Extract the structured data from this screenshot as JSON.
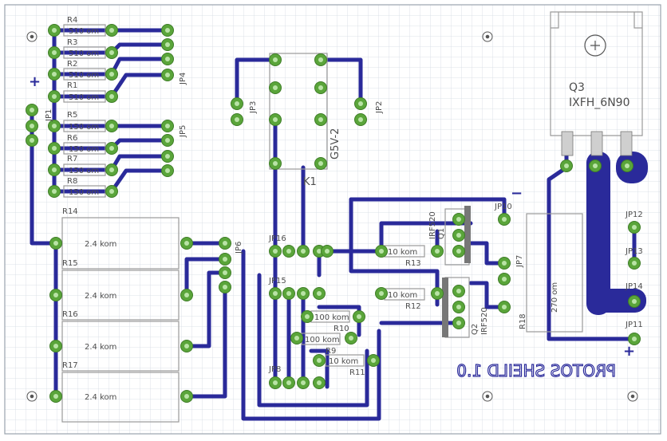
{
  "board": {
    "title": "PROTOS SHEILD 1.0",
    "colors": {
      "background": "#ffffff",
      "grid": "#c8d0dc",
      "border": "#9aa3ad",
      "trace": "#2a2a9a",
      "pad": "#5aa53a",
      "pad_hole": "#a8d890",
      "silk": "#9a9a9a",
      "label": "#4d4d4d"
    }
  },
  "resistors_510": {
    "names": [
      "R4",
      "R3",
      "R2",
      "R1"
    ],
    "value": "510 om"
  },
  "resistors_150": {
    "names": [
      "R5",
      "R6",
      "R7",
      "R8"
    ],
    "value": "150 om"
  },
  "power_resistors": {
    "names": [
      "R14",
      "R15",
      "R16",
      "R17"
    ],
    "value": "2.4 kom"
  },
  "connectors": {
    "jp1": "JP1",
    "jp2": "JP2",
    "jp3": "JP3",
    "jp4": "JP4",
    "jp5": "JP5",
    "jp6": "JP6",
    "jp8": "JP8",
    "jp10": "JP10",
    "jp11": "JP11",
    "jp12": "JP12",
    "jp13": "JP13",
    "jp14": "JP14",
    "jp15": "JP15",
    "jp16": "JP16",
    "jp7": "JP7"
  },
  "relay": {
    "name": "K1",
    "part": "G5V-2"
  },
  "mosfets": {
    "q1": "Q1",
    "q1_part": "IRF520",
    "q2": "Q2",
    "q2_part": "IRF520"
  },
  "gate_resistors": {
    "r13": "R13",
    "r12": "R12",
    "value": "10 kom"
  },
  "small_resistors": {
    "r10": "R10",
    "r9": "R9",
    "r11": "R11",
    "value": "100 kom",
    "value_r11": "10 kom"
  },
  "transistor_q3": {
    "name": "Q3",
    "part": "IXFH_6N90"
  },
  "load_resistor": {
    "name": "R18",
    "value": "270 om"
  },
  "polarity": {
    "plus": "+",
    "minus": "−"
  }
}
